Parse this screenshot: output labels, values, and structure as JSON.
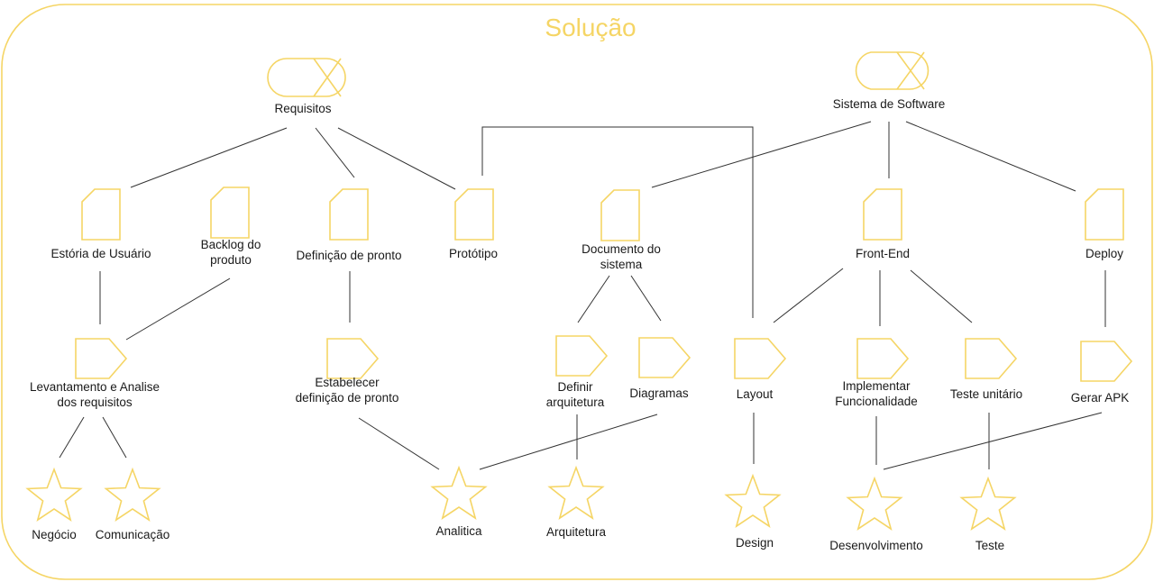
{
  "title": "Solução",
  "colors": {
    "accent": "#f5d565",
    "line": "#333333",
    "text": "#1a1a1a"
  },
  "nodes": {
    "requisitos": {
      "lines": [
        "Requisitos"
      ]
    },
    "sistema": {
      "lines": [
        "Sistema de Software"
      ]
    },
    "estoria": {
      "lines": [
        "Estória de Usuário"
      ]
    },
    "backlog": {
      "lines": [
        "Backlog do",
        "produto"
      ]
    },
    "definicao": {
      "lines": [
        "Definição de pronto"
      ]
    },
    "prototipo": {
      "lines": [
        "Protótipo"
      ]
    },
    "documento": {
      "lines": [
        "Documento do",
        "sistema"
      ]
    },
    "frontend": {
      "lines": [
        "Front-End"
      ]
    },
    "deploy": {
      "lines": [
        "Deploy"
      ]
    },
    "levantamento": {
      "lines": [
        "Levantamento e Analise",
        "dos requisitos"
      ]
    },
    "estabelecer": {
      "lines": [
        "Estabelecer",
        "definição de pronto"
      ]
    },
    "arquitetura_def": {
      "lines": [
        "Definir",
        "arquitetura"
      ]
    },
    "diagramas": {
      "lines": [
        "Diagramas"
      ]
    },
    "layout": {
      "lines": [
        "Layout"
      ]
    },
    "implementar": {
      "lines": [
        "Implementar",
        "Funcionalidade"
      ]
    },
    "teste_unit": {
      "lines": [
        "Teste unitário"
      ]
    },
    "gerar_apk": {
      "lines": [
        "Gerar APK"
      ]
    },
    "negocio": {
      "lines": [
        "Negócio"
      ]
    },
    "comunicacao": {
      "lines": [
        "Comunicação"
      ]
    },
    "analitica": {
      "lines": [
        "Analitica"
      ]
    },
    "arquitetura": {
      "lines": [
        "Arquitetura"
      ]
    },
    "design": {
      "lines": [
        "Design"
      ]
    },
    "desenvolvimento": {
      "lines": [
        "Desenvolvimento"
      ]
    },
    "teste": {
      "lines": [
        "Teste"
      ]
    }
  }
}
